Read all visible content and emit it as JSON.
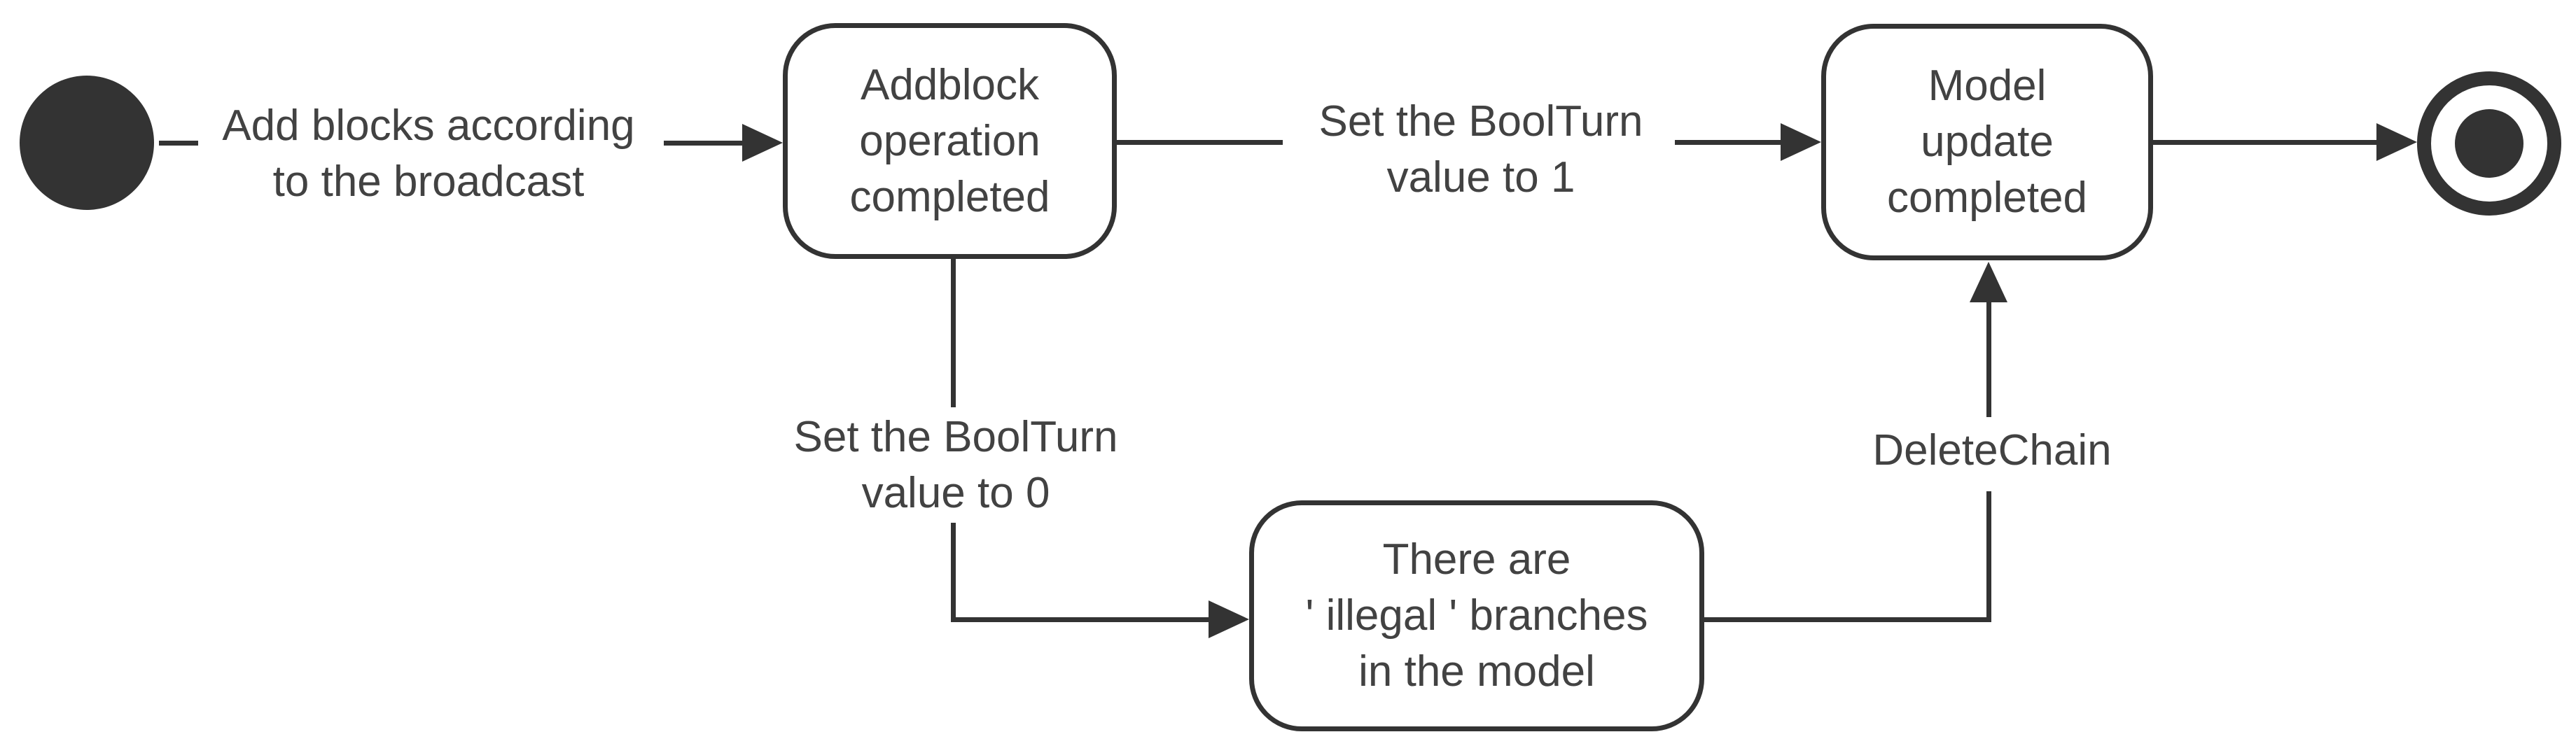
{
  "diagram_type": "uml-state-diagram",
  "colors": {
    "background": "#ffffff",
    "stroke": "#333333",
    "text": "#424242"
  },
  "nodes": {
    "initial": {
      "kind": "initial-state"
    },
    "addblock": {
      "kind": "state",
      "label": "Addblock\noperation\ncompleted"
    },
    "model_update": {
      "kind": "state",
      "label": "Model\nupdate\ncompleted"
    },
    "illegal_branches": {
      "kind": "state",
      "label": "There are\n' illegal ' branches\nin the model"
    },
    "final": {
      "kind": "final-state"
    }
  },
  "transitions": {
    "t1": {
      "from": "initial",
      "to": "addblock",
      "label": "Add blocks according\nto the broadcast"
    },
    "t2": {
      "from": "addblock",
      "to": "model_update",
      "label": "Set the BoolTurn\nvalue to 1"
    },
    "t3": {
      "from": "addblock",
      "to": "illegal_branches",
      "label": "Set the BoolTurn\nvalue to 0"
    },
    "t4": {
      "from": "illegal_branches",
      "to": "model_update",
      "label": "DeleteChain"
    },
    "t5": {
      "from": "model_update",
      "to": "final",
      "label": ""
    }
  }
}
